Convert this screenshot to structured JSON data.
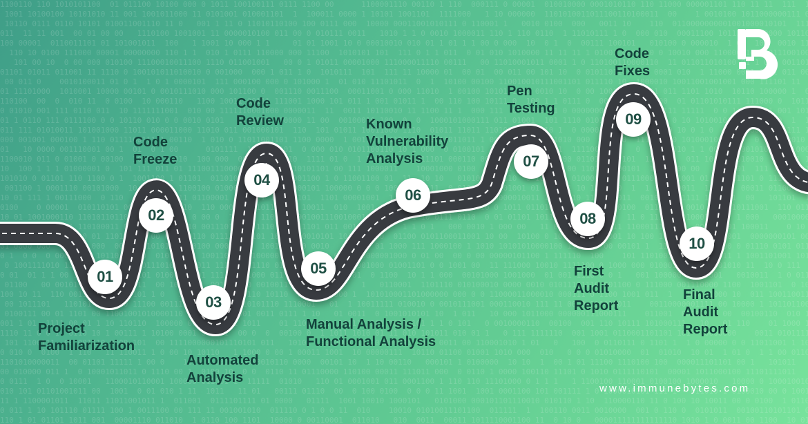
{
  "steps": [
    {
      "number": "01",
      "label": [
        "Project",
        "Familiarization"
      ]
    },
    {
      "number": "02",
      "label": [
        "Code",
        "Freeze"
      ]
    },
    {
      "number": "03",
      "label": [
        "Automated",
        "Analysis"
      ]
    },
    {
      "number": "04",
      "label": [
        "Code",
        "Review"
      ]
    },
    {
      "number": "05",
      "label": [
        "Manual Analysis /",
        "Functional Analysis"
      ]
    },
    {
      "number": "06",
      "label": [
        "Known",
        "Vulnerability",
        "Analysis"
      ]
    },
    {
      "number": "07",
      "label": [
        "Pen",
        "Testing"
      ]
    },
    {
      "number": "08",
      "label": [
        "First",
        "Audit",
        "Report"
      ]
    },
    {
      "number": "09",
      "label": [
        "Code",
        "Fixes"
      ]
    },
    {
      "number": "10",
      "label": [
        "Final",
        "Audit",
        "Report"
      ]
    }
  ],
  "website": "www.immunebytes.com",
  "logo": {
    "name": "immunebytes-logo",
    "color": "#ffffff"
  },
  "colors": {
    "road": "#373b40",
    "road_edge": "#ffffff",
    "text": "#12423b",
    "marker": "#ffffff"
  }
}
